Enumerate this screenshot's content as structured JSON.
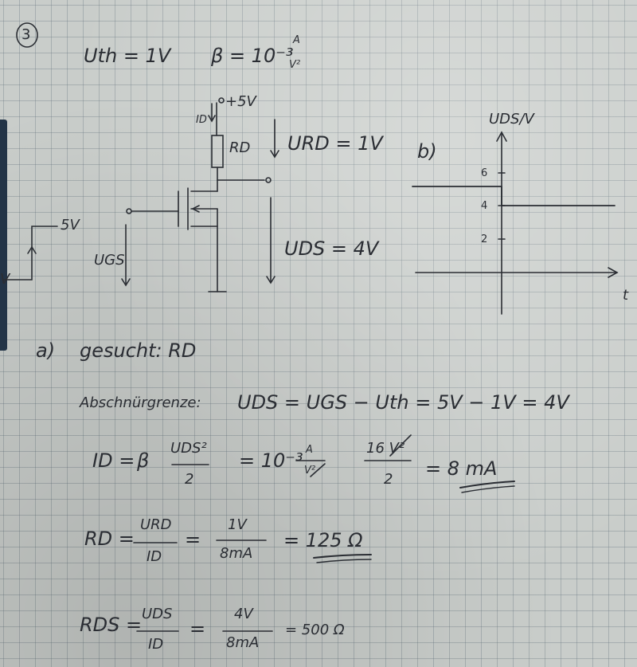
{
  "task_number": "3",
  "given": {
    "uth": "Uth = 1V",
    "beta": "β = 10⁻³",
    "beta_unit_num": "A",
    "beta_unit_den": "V²"
  },
  "circuit": {
    "supply": "+5V",
    "id_label": "ID",
    "rd_label": "RD",
    "urd_label": "URD = 1V",
    "uds_label": "UDS = 4V",
    "ugs_label": "UGS",
    "input_step": "5V",
    "input_zero": "V"
  },
  "graph": {
    "part_label": "b)",
    "y_axis_label": "UDS/V",
    "x_axis_label": "t",
    "y_ticks": [
      "6",
      "4",
      "2"
    ],
    "y_ticks_values": [
      6,
      4,
      2
    ]
  },
  "solution": {
    "part_a": "a)",
    "gesucht": "gesucht: RD",
    "abschnuer": "Abschnürgrenze:",
    "abschnuer_eq": "UDS = UGS − Uth  =  5V − 1V = 4V",
    "id_lhs": "ID =",
    "beta_sym": "β",
    "uds2_num": "UDS²",
    "two": "2",
    "eq_mid1": "= 10⁻³",
    "unit_a": "A",
    "unit_v2": "V²",
    "uds_val": "16 V²",
    "eq_result_id": "=  8 mA",
    "rd_lhs": "RD =",
    "urd_num": "URD",
    "id_den": "ID",
    "eq_sign": "=",
    "one_v": "1V",
    "eight_ma": "8mA",
    "rd_result": "=  125 Ω",
    "rds_lhs": "RDS =",
    "uds_num": "UDS",
    "four_v": "4V",
    "rds_result": "=  500 Ω"
  }
}
